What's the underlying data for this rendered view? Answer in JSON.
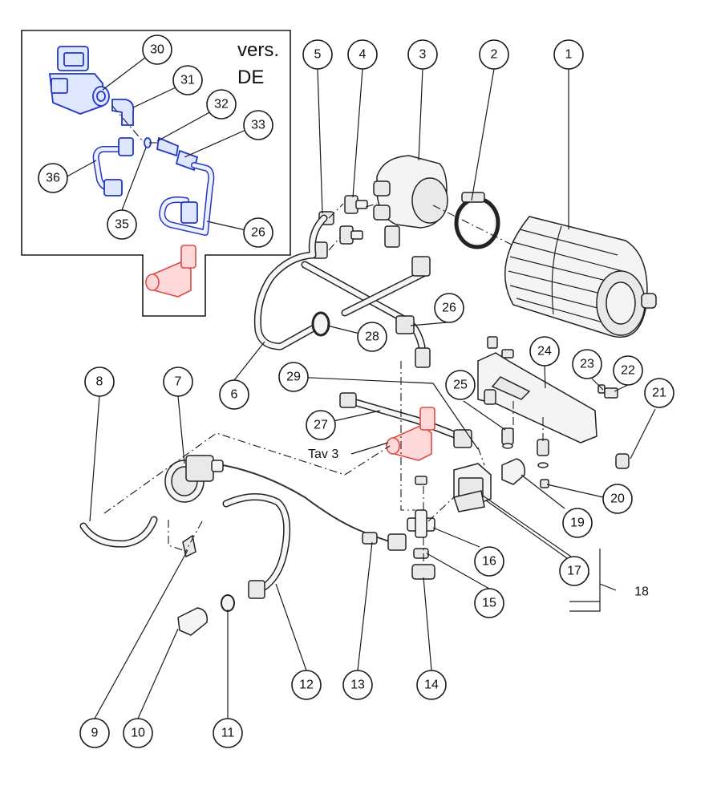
{
  "inset": {
    "line1": "vers.",
    "line2": "DE"
  },
  "tav_label": "Tav 3",
  "callouts": [
    {
      "id": "c1",
      "label": "1"
    },
    {
      "id": "c2",
      "label": "2"
    },
    {
      "id": "c3",
      "label": "3"
    },
    {
      "id": "c4",
      "label": "4"
    },
    {
      "id": "c5",
      "label": "5"
    },
    {
      "id": "c6",
      "label": "6"
    },
    {
      "id": "c7",
      "label": "7"
    },
    {
      "id": "c8",
      "label": "8"
    },
    {
      "id": "c9",
      "label": "9"
    },
    {
      "id": "c10",
      "label": "10"
    },
    {
      "id": "c11",
      "label": "11"
    },
    {
      "id": "c12",
      "label": "12"
    },
    {
      "id": "c13",
      "label": "13"
    },
    {
      "id": "c14",
      "label": "14"
    },
    {
      "id": "c15",
      "label": "15"
    },
    {
      "id": "c16",
      "label": "16"
    },
    {
      "id": "c17",
      "label": "17"
    },
    {
      "id": "c18",
      "label": "18"
    },
    {
      "id": "c19",
      "label": "19"
    },
    {
      "id": "c20",
      "label": "20"
    },
    {
      "id": "c21",
      "label": "21"
    },
    {
      "id": "c22",
      "label": "22"
    },
    {
      "id": "c23",
      "label": "23"
    },
    {
      "id": "c24",
      "label": "24"
    },
    {
      "id": "c25",
      "label": "25"
    },
    {
      "id": "c26a",
      "label": "26"
    },
    {
      "id": "c27",
      "label": "27"
    },
    {
      "id": "c28",
      "label": "28"
    },
    {
      "id": "c29",
      "label": "29"
    },
    {
      "id": "c30",
      "label": "30"
    },
    {
      "id": "c31",
      "label": "31"
    },
    {
      "id": "c32",
      "label": "32"
    },
    {
      "id": "c33",
      "label": "33"
    },
    {
      "id": "c35",
      "label": "35"
    },
    {
      "id": "c36",
      "label": "36"
    },
    {
      "id": "c26b",
      "label": "26"
    }
  ],
  "colors": {
    "line": "#1a1a1a",
    "inset_blue": "#2236c8",
    "highlight_red": "#e04848"
  }
}
